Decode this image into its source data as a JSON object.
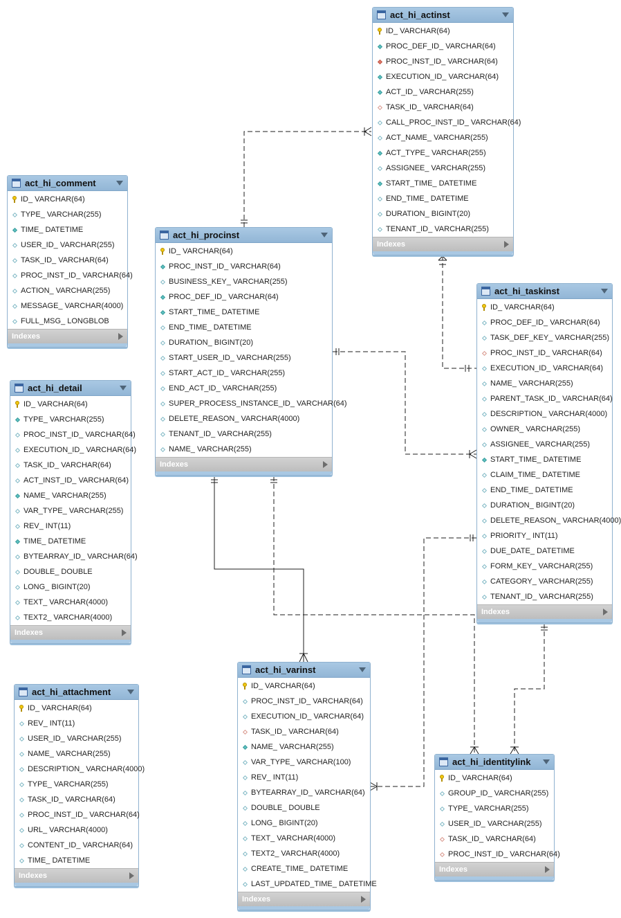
{
  "diagram": {
    "index_label": "Indexes",
    "tables": [
      {
        "id": "t-actinst",
        "name": "act_hi_actinst",
        "columns": [
          {
            "text": "ID_ VARCHAR(64)",
            "icon": "pk"
          },
          {
            "text": "PROC_DEF_ID_ VARCHAR(64)",
            "icon": "fk"
          },
          {
            "text": "PROC_INST_ID_ VARCHAR(64)",
            "icon": "fk-red"
          },
          {
            "text": "EXECUTION_ID_ VARCHAR(64)",
            "icon": "fk"
          },
          {
            "text": "ACT_ID_ VARCHAR(255)",
            "icon": "fk"
          },
          {
            "text": "TASK_ID_ VARCHAR(64)",
            "icon": "fk-red-outline"
          },
          {
            "text": "CALL_PROC_INST_ID_ VARCHAR(64)",
            "icon": "nullable"
          },
          {
            "text": "ACT_NAME_ VARCHAR(255)",
            "icon": "nullable"
          },
          {
            "text": "ACT_TYPE_ VARCHAR(255)",
            "icon": "fk"
          },
          {
            "text": "ASSIGNEE_ VARCHAR(255)",
            "icon": "nullable"
          },
          {
            "text": "START_TIME_ DATETIME",
            "icon": "fk"
          },
          {
            "text": "END_TIME_ DATETIME",
            "icon": "nullable"
          },
          {
            "text": "DURATION_ BIGINT(20)",
            "icon": "nullable"
          },
          {
            "text": "TENANT_ID_ VARCHAR(255)",
            "icon": "nullable"
          }
        ]
      },
      {
        "id": "t-comment",
        "name": "act_hi_comment",
        "columns": [
          {
            "text": "ID_ VARCHAR(64)",
            "icon": "pk"
          },
          {
            "text": "TYPE_ VARCHAR(255)",
            "icon": "nullable"
          },
          {
            "text": "TIME_ DATETIME",
            "icon": "fk"
          },
          {
            "text": "USER_ID_ VARCHAR(255)",
            "icon": "nullable"
          },
          {
            "text": "TASK_ID_ VARCHAR(64)",
            "icon": "nullable"
          },
          {
            "text": "PROC_INST_ID_ VARCHAR(64)",
            "icon": "nullable"
          },
          {
            "text": "ACTION_ VARCHAR(255)",
            "icon": "nullable"
          },
          {
            "text": "MESSAGE_ VARCHAR(4000)",
            "icon": "nullable"
          },
          {
            "text": "FULL_MSG_ LONGBLOB",
            "icon": "nullable"
          }
        ]
      },
      {
        "id": "t-procinst",
        "name": "act_hi_procinst",
        "columns": [
          {
            "text": "ID_ VARCHAR(64)",
            "icon": "pk"
          },
          {
            "text": "PROC_INST_ID_ VARCHAR(64)",
            "icon": "fk"
          },
          {
            "text": "BUSINESS_KEY_ VARCHAR(255)",
            "icon": "nullable"
          },
          {
            "text": "PROC_DEF_ID_ VARCHAR(64)",
            "icon": "fk"
          },
          {
            "text": "START_TIME_ DATETIME",
            "icon": "fk"
          },
          {
            "text": "END_TIME_ DATETIME",
            "icon": "nullable"
          },
          {
            "text": "DURATION_ BIGINT(20)",
            "icon": "nullable"
          },
          {
            "text": "START_USER_ID_ VARCHAR(255)",
            "icon": "nullable"
          },
          {
            "text": "START_ACT_ID_ VARCHAR(255)",
            "icon": "nullable"
          },
          {
            "text": "END_ACT_ID_ VARCHAR(255)",
            "icon": "nullable"
          },
          {
            "text": "SUPER_PROCESS_INSTANCE_ID_ VARCHAR(64)",
            "icon": "nullable"
          },
          {
            "text": "DELETE_REASON_ VARCHAR(4000)",
            "icon": "nullable"
          },
          {
            "text": "TENANT_ID_ VARCHAR(255)",
            "icon": "nullable"
          },
          {
            "text": "NAME_ VARCHAR(255)",
            "icon": "nullable"
          }
        ]
      },
      {
        "id": "t-taskinst",
        "name": "act_hi_taskinst",
        "columns": [
          {
            "text": "ID_ VARCHAR(64)",
            "icon": "pk"
          },
          {
            "text": "PROC_DEF_ID_ VARCHAR(64)",
            "icon": "nullable"
          },
          {
            "text": "TASK_DEF_KEY_ VARCHAR(255)",
            "icon": "nullable"
          },
          {
            "text": "PROC_INST_ID_ VARCHAR(64)",
            "icon": "fk-red-outline"
          },
          {
            "text": "EXECUTION_ID_ VARCHAR(64)",
            "icon": "nullable"
          },
          {
            "text": "NAME_ VARCHAR(255)",
            "icon": "nullable"
          },
          {
            "text": "PARENT_TASK_ID_ VARCHAR(64)",
            "icon": "nullable"
          },
          {
            "text": "DESCRIPTION_ VARCHAR(4000)",
            "icon": "nullable"
          },
          {
            "text": "OWNER_ VARCHAR(255)",
            "icon": "nullable"
          },
          {
            "text": "ASSIGNEE_ VARCHAR(255)",
            "icon": "nullable"
          },
          {
            "text": "START_TIME_ DATETIME",
            "icon": "fk"
          },
          {
            "text": "CLAIM_TIME_ DATETIME",
            "icon": "nullable"
          },
          {
            "text": "END_TIME_ DATETIME",
            "icon": "nullable"
          },
          {
            "text": "DURATION_ BIGINT(20)",
            "icon": "nullable"
          },
          {
            "text": "DELETE_REASON_ VARCHAR(4000)",
            "icon": "nullable"
          },
          {
            "text": "PRIORITY_ INT(11)",
            "icon": "nullable"
          },
          {
            "text": "DUE_DATE_ DATETIME",
            "icon": "nullable"
          },
          {
            "text": "FORM_KEY_ VARCHAR(255)",
            "icon": "nullable"
          },
          {
            "text": "CATEGORY_ VARCHAR(255)",
            "icon": "nullable"
          },
          {
            "text": "TENANT_ID_ VARCHAR(255)",
            "icon": "nullable"
          }
        ]
      },
      {
        "id": "t-detail",
        "name": "act_hi_detail",
        "columns": [
          {
            "text": "ID_ VARCHAR(64)",
            "icon": "pk"
          },
          {
            "text": "TYPE_ VARCHAR(255)",
            "icon": "fk"
          },
          {
            "text": "PROC_INST_ID_ VARCHAR(64)",
            "icon": "nullable"
          },
          {
            "text": "EXECUTION_ID_ VARCHAR(64)",
            "icon": "nullable"
          },
          {
            "text": "TASK_ID_ VARCHAR(64)",
            "icon": "nullable"
          },
          {
            "text": "ACT_INST_ID_ VARCHAR(64)",
            "icon": "nullable"
          },
          {
            "text": "NAME_ VARCHAR(255)",
            "icon": "fk"
          },
          {
            "text": "VAR_TYPE_ VARCHAR(255)",
            "icon": "nullable"
          },
          {
            "text": "REV_ INT(11)",
            "icon": "nullable"
          },
          {
            "text": "TIME_ DATETIME",
            "icon": "fk"
          },
          {
            "text": "BYTEARRAY_ID_ VARCHAR(64)",
            "icon": "nullable"
          },
          {
            "text": "DOUBLE_ DOUBLE",
            "icon": "nullable"
          },
          {
            "text": "LONG_ BIGINT(20)",
            "icon": "nullable"
          },
          {
            "text": "TEXT_ VARCHAR(4000)",
            "icon": "nullable"
          },
          {
            "text": "TEXT2_ VARCHAR(4000)",
            "icon": "nullable"
          }
        ]
      },
      {
        "id": "t-attachment",
        "name": "act_hi_attachment",
        "columns": [
          {
            "text": "ID_ VARCHAR(64)",
            "icon": "pk"
          },
          {
            "text": "REV_ INT(11)",
            "icon": "nullable"
          },
          {
            "text": "USER_ID_ VARCHAR(255)",
            "icon": "nullable"
          },
          {
            "text": "NAME_ VARCHAR(255)",
            "icon": "nullable"
          },
          {
            "text": "DESCRIPTION_ VARCHAR(4000)",
            "icon": "nullable"
          },
          {
            "text": "TYPE_ VARCHAR(255)",
            "icon": "nullable"
          },
          {
            "text": "TASK_ID_ VARCHAR(64)",
            "icon": "nullable"
          },
          {
            "text": "PROC_INST_ID_ VARCHAR(64)",
            "icon": "nullable"
          },
          {
            "text": "URL_ VARCHAR(4000)",
            "icon": "nullable"
          },
          {
            "text": "CONTENT_ID_ VARCHAR(64)",
            "icon": "nullable"
          },
          {
            "text": "TIME_ DATETIME",
            "icon": "nullable"
          }
        ]
      },
      {
        "id": "t-varinst",
        "name": "act_hi_varinst",
        "columns": [
          {
            "text": "ID_ VARCHAR(64)",
            "icon": "pk"
          },
          {
            "text": "PROC_INST_ID_ VARCHAR(64)",
            "icon": "nullable"
          },
          {
            "text": "EXECUTION_ID_ VARCHAR(64)",
            "icon": "nullable"
          },
          {
            "text": "TASK_ID_ VARCHAR(64)",
            "icon": "fk-red-outline"
          },
          {
            "text": "NAME_ VARCHAR(255)",
            "icon": "fk"
          },
          {
            "text": "VAR_TYPE_ VARCHAR(100)",
            "icon": "nullable"
          },
          {
            "text": "REV_ INT(11)",
            "icon": "nullable"
          },
          {
            "text": "BYTEARRAY_ID_ VARCHAR(64)",
            "icon": "nullable"
          },
          {
            "text": "DOUBLE_ DOUBLE",
            "icon": "nullable"
          },
          {
            "text": "LONG_ BIGINT(20)",
            "icon": "nullable"
          },
          {
            "text": "TEXT_ VARCHAR(4000)",
            "icon": "nullable"
          },
          {
            "text": "TEXT2_ VARCHAR(4000)",
            "icon": "nullable"
          },
          {
            "text": "CREATE_TIME_ DATETIME",
            "icon": "nullable"
          },
          {
            "text": "LAST_UPDATED_TIME_ DATETIME",
            "icon": "nullable"
          }
        ]
      },
      {
        "id": "t-identitylink",
        "name": "act_hi_identitylink",
        "columns": [
          {
            "text": "ID_ VARCHAR(64)",
            "icon": "pk"
          },
          {
            "text": "GROUP_ID_ VARCHAR(255)",
            "icon": "nullable"
          },
          {
            "text": "TYPE_ VARCHAR(255)",
            "icon": "nullable"
          },
          {
            "text": "USER_ID_ VARCHAR(255)",
            "icon": "nullable"
          },
          {
            "text": "TASK_ID_ VARCHAR(64)",
            "icon": "fk-red-outline"
          },
          {
            "text": "PROC_INST_ID_ VARCHAR(64)",
            "icon": "fk-red-outline"
          }
        ]
      }
    ],
    "relationships": [
      {
        "from": "act_hi_procinst",
        "to": "act_hi_actinst",
        "style": "dashed"
      },
      {
        "from": "act_hi_actinst",
        "to": "act_hi_taskinst",
        "style": "dashed"
      },
      {
        "from": "act_hi_procinst",
        "to": "act_hi_taskinst",
        "style": "dashed"
      },
      {
        "from": "act_hi_procinst",
        "to": "act_hi_varinst",
        "style": "solid"
      },
      {
        "from": "act_hi_procinst",
        "to": "act_hi_identitylink",
        "style": "dashed"
      },
      {
        "from": "act_hi_taskinst",
        "to": "act_hi_varinst",
        "style": "dashed"
      },
      {
        "from": "act_hi_taskinst",
        "to": "act_hi_identitylink",
        "style": "dashed"
      }
    ]
  }
}
